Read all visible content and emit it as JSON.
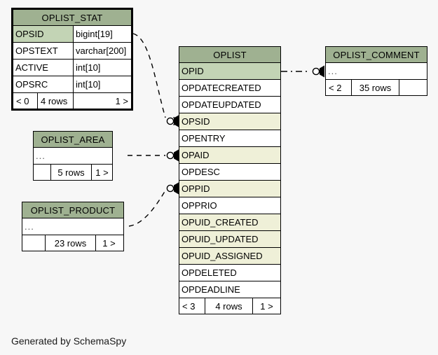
{
  "diagram": {
    "caption": "Generated by SchemaSpy",
    "background_color": "#f7f7f7",
    "header_color": "#9fb191",
    "primary_key_color": "#c3d4b5",
    "foreign_key_color": "#eff0d8",
    "plain_color": "#ffffff",
    "border_color": "#000000"
  },
  "tables": {
    "oplist_stat": {
      "name": "OPLIST_STAT",
      "columns": [
        {
          "name": "OPSID",
          "type": "bigint[19]",
          "kind": "pk"
        },
        {
          "name": "OPSTEXT",
          "type": "varchar[200]",
          "kind": "plain"
        },
        {
          "name": "ACTIVE",
          "type": "int[10]",
          "kind": "plain"
        },
        {
          "name": "OPSRC",
          "type": "int[10]",
          "kind": "plain"
        }
      ],
      "footer": {
        "left": "< 0",
        "center": "4 rows",
        "right": "1 >"
      }
    },
    "oplist_area": {
      "name": "OPLIST_AREA",
      "ellipsis": "...",
      "footer": {
        "left": "",
        "center": "5 rows",
        "right": "1 >"
      }
    },
    "oplist_product": {
      "name": "OPLIST_PRODUCT",
      "ellipsis": "...",
      "footer": {
        "left": "",
        "center": "23 rows",
        "right": "1 >"
      }
    },
    "oplist": {
      "name": "OPLIST",
      "columns": [
        {
          "name": "OPID",
          "kind": "pk"
        },
        {
          "name": "OPDATECREATED",
          "kind": "plain"
        },
        {
          "name": "OPDATEUPDATED",
          "kind": "plain"
        },
        {
          "name": "OPSID",
          "kind": "fk"
        },
        {
          "name": "OPENTRY",
          "kind": "plain"
        },
        {
          "name": "OPAID",
          "kind": "fk"
        },
        {
          "name": "OPDESC",
          "kind": "plain"
        },
        {
          "name": "OPPID",
          "kind": "fk"
        },
        {
          "name": "OPPRIO",
          "kind": "plain"
        },
        {
          "name": "OPUID_CREATED",
          "kind": "fk"
        },
        {
          "name": "OPUID_UPDATED",
          "kind": "fk"
        },
        {
          "name": "OPUID_ASSIGNED",
          "kind": "fk"
        },
        {
          "name": "OPDELETED",
          "kind": "plain"
        },
        {
          "name": "OPDEADLINE",
          "kind": "plain"
        }
      ],
      "footer": {
        "left": "< 3",
        "center": "4 rows",
        "right": "1 >"
      }
    },
    "oplist_comment": {
      "name": "OPLIST_COMMENT",
      "ellipsis": "...",
      "footer": {
        "left": "< 2",
        "center": "35 rows",
        "right": ""
      }
    }
  },
  "relationships": [
    {
      "name": "oplist-stat-to-oplist-opsid",
      "from": "OPLIST_STAT.OPSID",
      "to": "OPLIST.OPSID",
      "style": "dashed"
    },
    {
      "name": "oplist-area-to-oplist-opaid",
      "from": "OPLIST_AREA",
      "to": "OPLIST.OPAID",
      "style": "dashed"
    },
    {
      "name": "oplist-product-to-oplist-oppid",
      "from": "OPLIST_PRODUCT",
      "to": "OPLIST.OPPID",
      "style": "dashed"
    },
    {
      "name": "oplist-opid-to-oplist-comment",
      "from": "OPLIST.OPID",
      "to": "OPLIST_COMMENT",
      "style": "dash-dot"
    }
  ]
}
